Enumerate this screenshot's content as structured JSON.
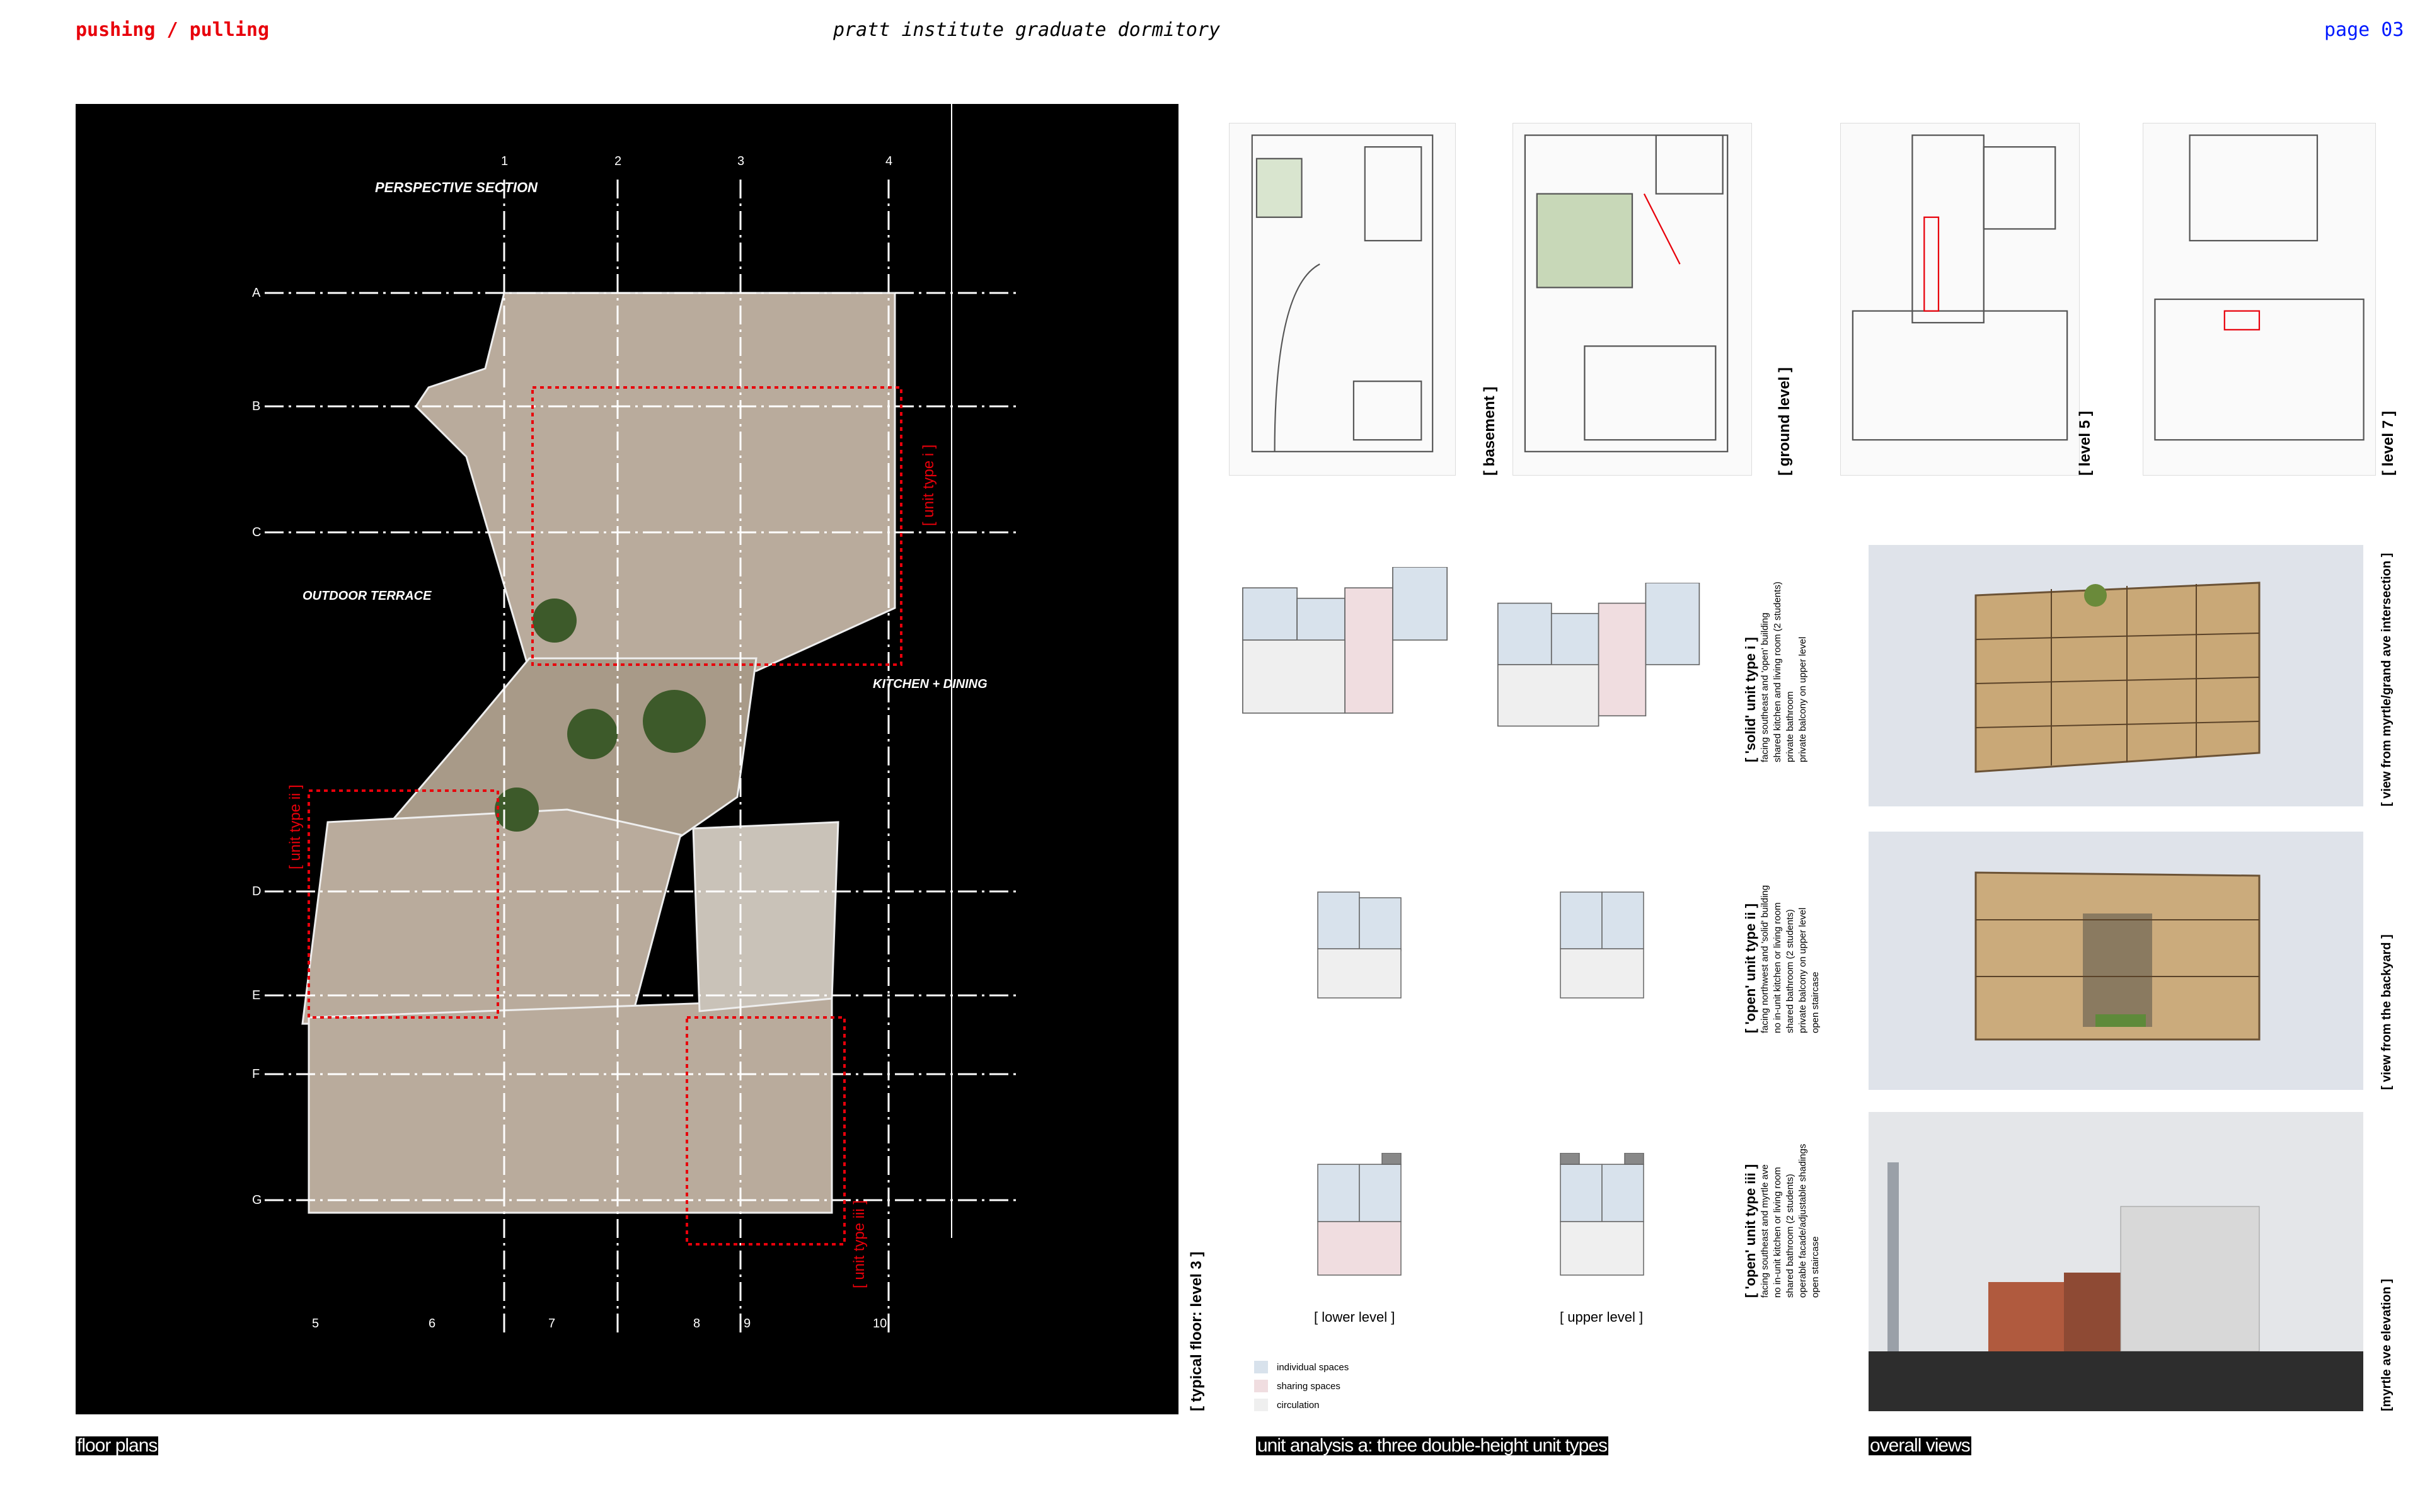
{
  "header": {
    "left": "pushing / pulling",
    "center": "pratt institute graduate dormitory",
    "right": "page 03"
  },
  "colors": {
    "red": "#e8000b",
    "blue": "#0019ff",
    "individual": "#d8e2ec",
    "sharing": "#f0dde0",
    "circulation": "#efefef"
  },
  "model": {
    "annotations": [
      "PERSPECTIVE SECTION",
      "OUTDOOR TERRACE",
      "KITCHEN + DINING"
    ],
    "grid_top": [
      "1",
      "2",
      "3",
      "4"
    ],
    "grid_left": [
      "A",
      "B",
      "C",
      "D",
      "E",
      "F",
      "G"
    ],
    "grid_bottom": [
      "5",
      "6",
      "7",
      "8",
      "9",
      "10"
    ],
    "units": [
      "[ unit type i ]",
      "[ unit type ii ]",
      "[ unit type iii ]"
    ],
    "caption_vertical": "[ typical floor: level 3 ]",
    "caption": "floor plans"
  },
  "plans": [
    {
      "label": "[ basement ]"
    },
    {
      "label": "[ ground level ]"
    },
    {
      "label": "[ level 5 ]"
    },
    {
      "label": "[ level 7 ]"
    }
  ],
  "unit_levels": {
    "lower": "[ lower level ]",
    "upper": "[ upper level ]"
  },
  "unit_types": [
    {
      "title": "[ 'solid' unit type i ]",
      "lines": [
        "facing southeast and 'open' building",
        "shared kitchen and living room (2 students)",
        "private bathroom",
        "private balcony on upper level"
      ]
    },
    {
      "title": "[ 'open' unit type ii ]",
      "lines": [
        "facing northwest and 'solid' building",
        "no in-unit kitchen or living room",
        "shared bathroom (2 students)",
        "private balcony on upper level",
        "open staircase"
      ]
    },
    {
      "title": "[ 'open' unit type iii ]",
      "lines": [
        "facing southeast and myrtle ave",
        "no in-unit kitchen or living room",
        "shared bathroom (2 students)",
        "operable facade/adjustable shadings",
        "open staircase"
      ]
    }
  ],
  "legend": [
    "individual spaces",
    "sharing spaces",
    "circulation"
  ],
  "unit_caption": "unit analysis a: three double-height unit types",
  "views": [
    {
      "label": "[ view from myrtle/grand ave intersection ]"
    },
    {
      "label": "[ view from the backyard ]"
    },
    {
      "label": "[myrtle ave elevation ]"
    }
  ],
  "views_caption": "overall views"
}
